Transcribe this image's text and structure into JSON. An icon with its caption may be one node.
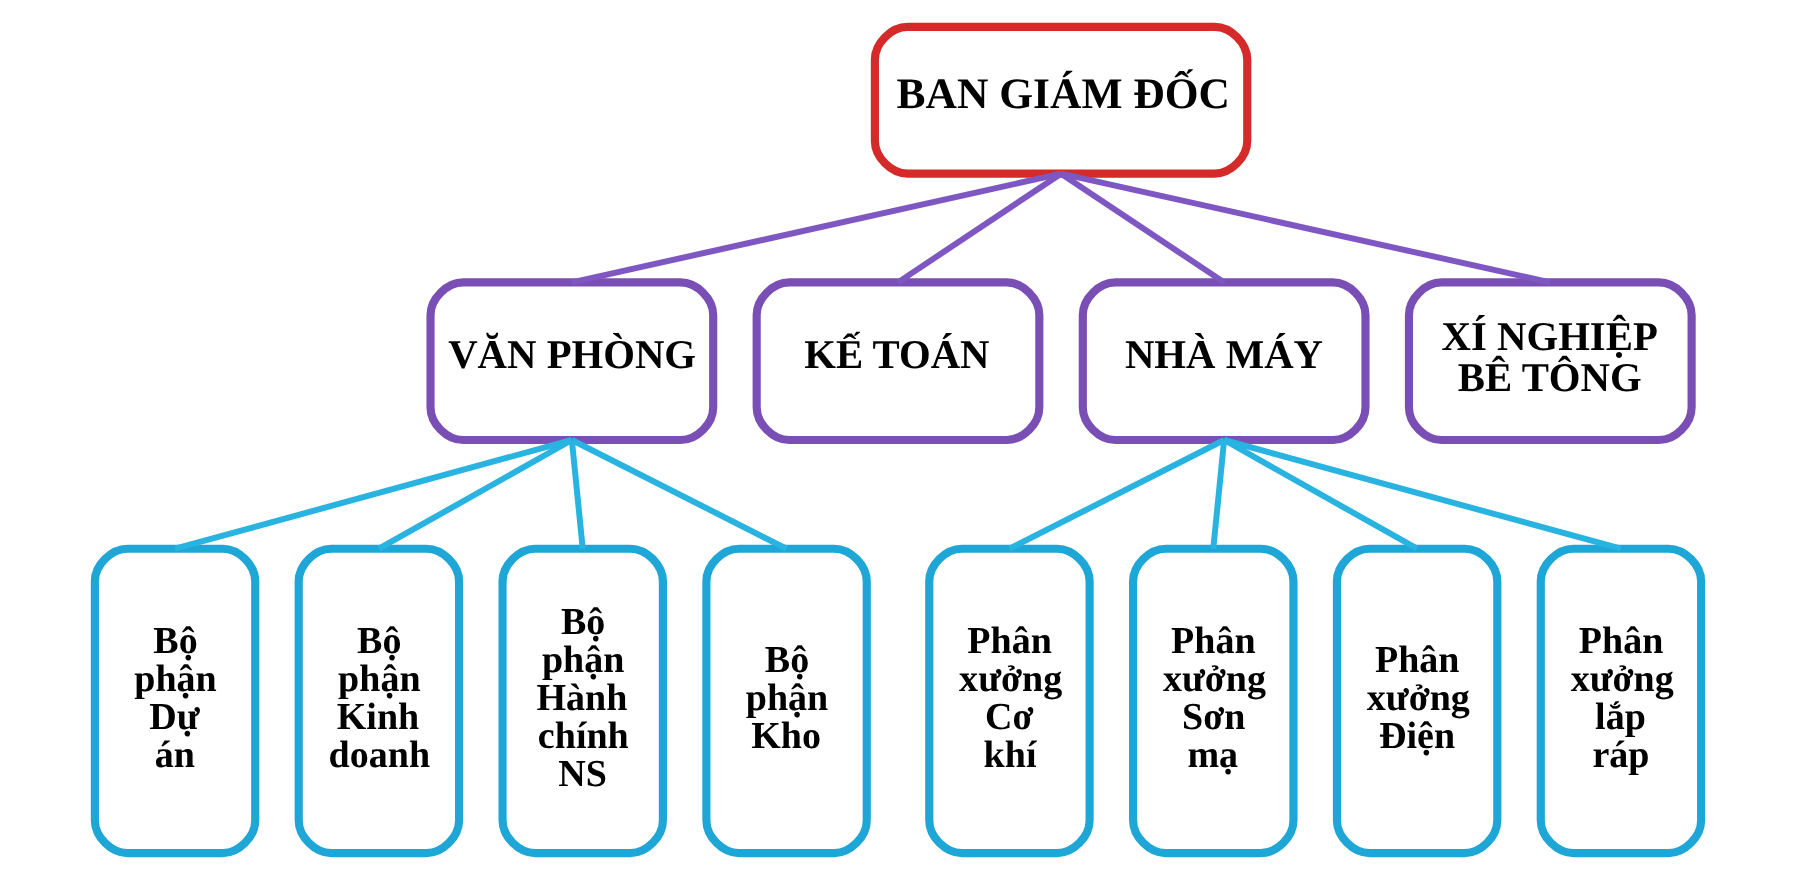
{
  "diagram": {
    "nodes": [
      {
        "text": [
          "BAN GIÁM ĐỐC"
        ]
      },
      {
        "text": [
          "VĂN PHÒNG"
        ]
      },
      {
        "text": [
          "KẾ TOÁN"
        ]
      },
      {
        "text": [
          "NHÀ MÁY"
        ]
      },
      {
        "text": [
          "XÍ NGHIỆP BÊ TÔNG"
        ]
      },
      {
        "text": [
          "Bộ phận Dự án"
        ]
      },
      {
        "text": [
          "Bộ phận Kinh doanh"
        ]
      },
      {
        "text": [
          "Bộ phận Hành chính NS"
        ]
      },
      {
        "text": [
          "Bộ phận Kho"
        ]
      },
      {
        "text": [
          "Phân xưởng Cơ khí"
        ]
      },
      {
        "text": [
          "Phân xưởng Sơn mạ"
        ]
      },
      {
        "text": [
          "Phân xưởng Điện"
        ]
      },
      {
        "text": [
          "Phân xưởng lắp ráp"
        ]
      }
    ],
    "edges": [
      {
        "from": 0,
        "to": 1,
        "arrow": "none",
        "color": "#7e57c2"
      },
      {
        "from": 0,
        "to": 2,
        "arrow": "none",
        "color": "#7e57c2"
      },
      {
        "from": 0,
        "to": 3,
        "arrow": "none",
        "color": "#7e57c2"
      },
      {
        "from": 0,
        "to": 4,
        "arrow": "none",
        "color": "#7e57c2"
      },
      {
        "from": 1,
        "to": 5,
        "arrow": "none"
      },
      {
        "from": 1,
        "to": 6,
        "arrow": "none"
      },
      {
        "from": 1,
        "to": 7,
        "arrow": "none"
      },
      {
        "from": 1,
        "to": 8,
        "arrow": "none"
      },
      {
        "from": 3,
        "to": 9,
        "arrow": "none"
      },
      {
        "from": 3,
        "to": 10,
        "arrow": "none"
      },
      {
        "from": 3,
        "to": 11,
        "arrow": "none"
      },
      {
        "from": 3,
        "to": 12,
        "arrow": "none"
      }
    ]
  }
}
